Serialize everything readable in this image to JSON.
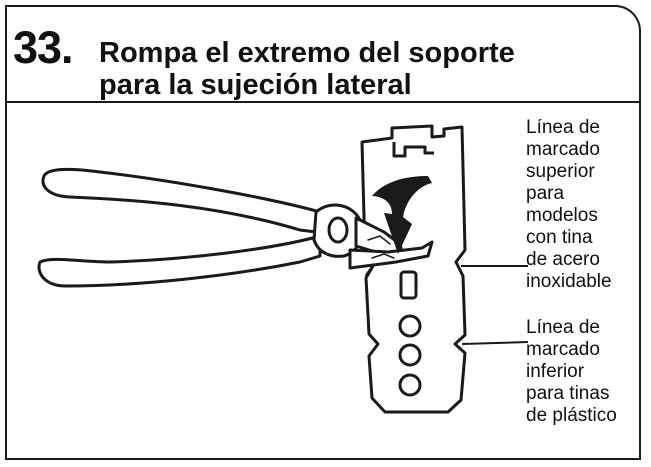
{
  "step": {
    "number": "33.",
    "title_lines": [
      "Rompa el extremo del soporte",
      "para la sujeción lateral"
    ]
  },
  "labels": {
    "upper": [
      "Línea de",
      "marcado",
      "superior",
      "para",
      "modelos",
      "con tina",
      "de acero",
      "inoxidable"
    ],
    "lower": [
      "Línea de",
      "marcado",
      "inferior",
      "para tinas",
      "de plástico"
    ]
  },
  "icons": [
    "pliers-icon",
    "bracket-icon",
    "curved-arrow-icon"
  ]
}
